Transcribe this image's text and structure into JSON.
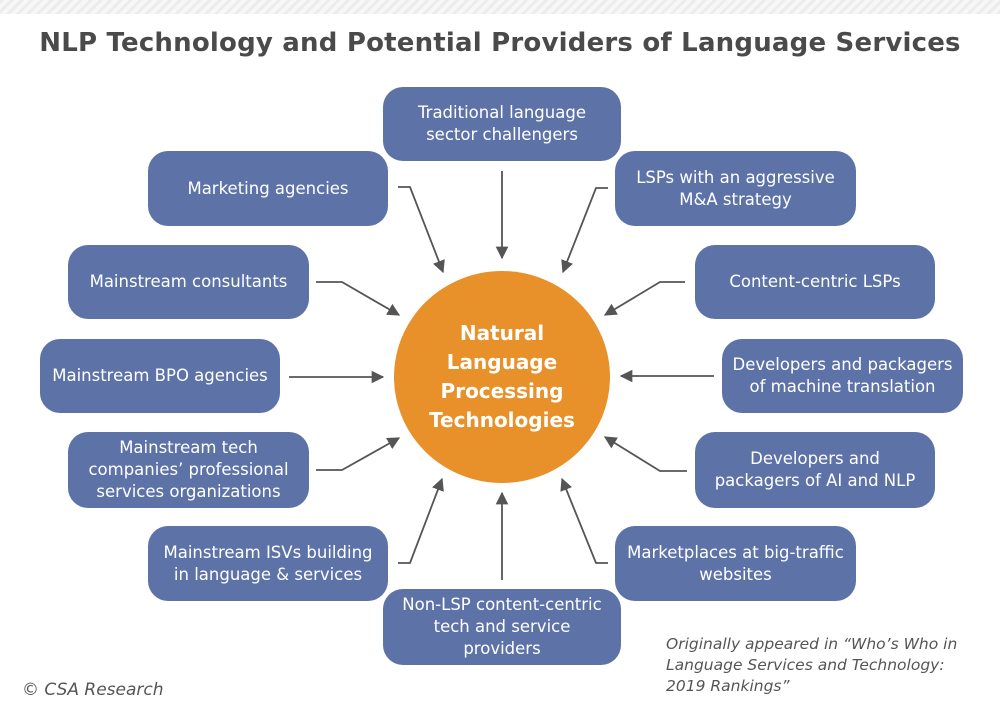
{
  "title": "NLP Technology and Potential Providers of Language Services",
  "center": "Natural Language Processing Technologies",
  "nodes": {
    "traditional": "Traditional language sector challengers",
    "marketing": "Marketing agencies",
    "lsps_ma": "LSPs with an aggressive M&A strategy",
    "consultants": "Mainstream consultants",
    "content_lsps": "Content-centric LSPs",
    "bpo": "Mainstream BPO agencies",
    "mt_devs": "Developers and packagers of machine translation",
    "tech_services": "Mainstream tech companies’ professional services organizations",
    "ai_nlp_devs": "Developers and packagers of AI and NLP",
    "isvs": "Mainstream ISVs building in language & services",
    "marketplaces": "Marketplaces at big-traffic websites",
    "non_lsp": "Non-LSP content-centric tech and service providers"
  },
  "copyright": "© CSA Research",
  "source": "Originally appeared in “Who’s Who in Language Services and Technology: 2019 Rankings”",
  "colors": {
    "node": "#5d73a8",
    "center": "#e8912a",
    "arrow": "#555555",
    "title": "#4a4a4a"
  }
}
